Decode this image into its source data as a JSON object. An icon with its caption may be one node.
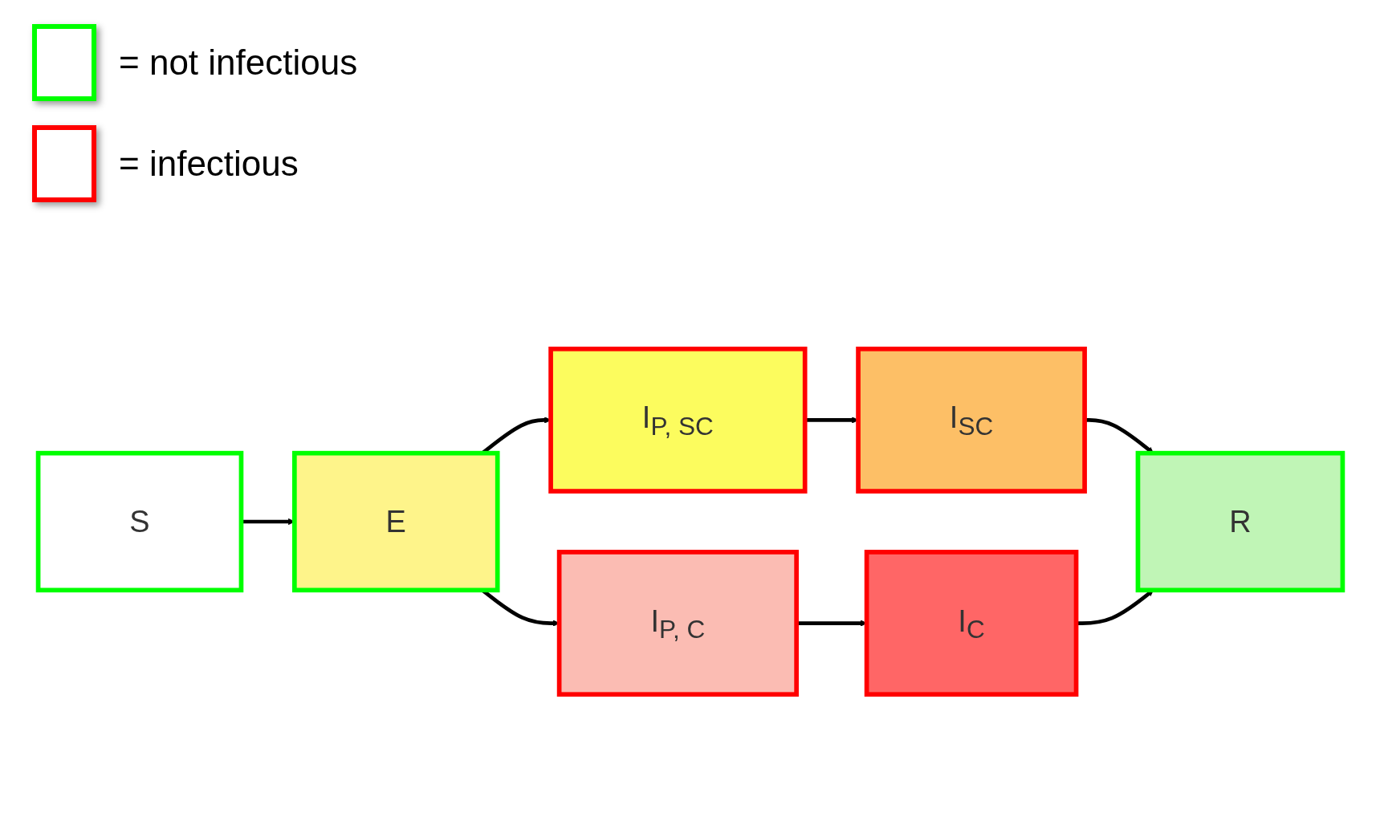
{
  "diagram": {
    "nodes": [
      {
        "text": [
          "S"
        ]
      },
      {
        "text": [
          "E"
        ]
      },
      {
        "text": [
          "I$_{P, SC}$"
        ]
      },
      {
        "text": [
          "I$_{SC}$"
        ]
      },
      {
        "text": [
          "I$_{P, C}$"
        ]
      },
      {
        "text": [
          "I$_{C}$"
        ]
      },
      {
        "text": [
          "R"
        ]
      }
    ],
    "edges": [
      {
        "from": 0,
        "to": 1,
        "arrow": "to"
      },
      {
        "from": 1,
        "to": 2,
        "arrow": "to"
      },
      {
        "from": 1,
        "to": 4,
        "arrow": "to"
      },
      {
        "from": 2,
        "to": 3,
        "arrow": "to"
      },
      {
        "from": 4,
        "to": 5,
        "arrow": "to"
      },
      {
        "from": 3,
        "to": 6,
        "arrow": "to"
      },
      {
        "from": 5,
        "to": 6,
        "arrow": "to"
      }
    ],
    "legend": [
      {
        "text": "= not infectious",
        "color": "#00ff00"
      },
      {
        "text": "= infectious",
        "color": "#ff0000"
      }
    ]
  }
}
